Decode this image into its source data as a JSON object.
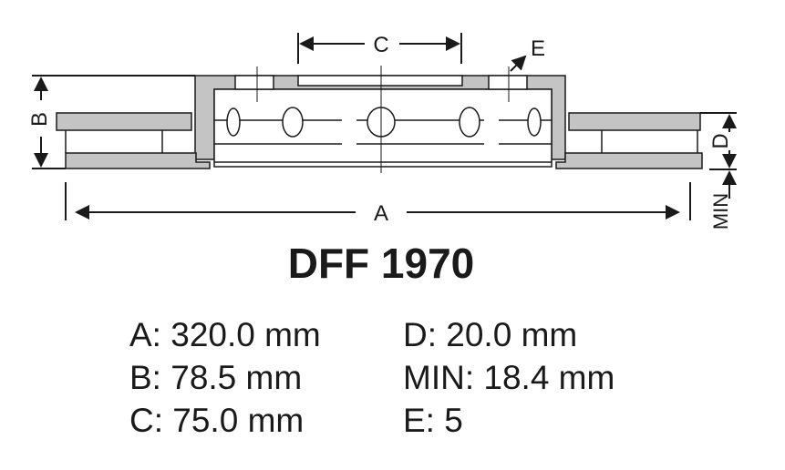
{
  "diagram": {
    "labels": {
      "a": "A",
      "b": "B",
      "c": "C",
      "d": "D",
      "e": "E",
      "min": "MIN"
    },
    "colors": {
      "fill": "#c4c4c4",
      "stroke": "#1a1a1a"
    }
  },
  "title": "DFF 1970",
  "specs": {
    "a": "A: 320.0 mm",
    "b": "B: 78.5 mm",
    "c": "C: 75.0 mm",
    "d": "D: 20.0 mm",
    "min": "MIN: 18.4 mm",
    "e": "E: 5"
  }
}
